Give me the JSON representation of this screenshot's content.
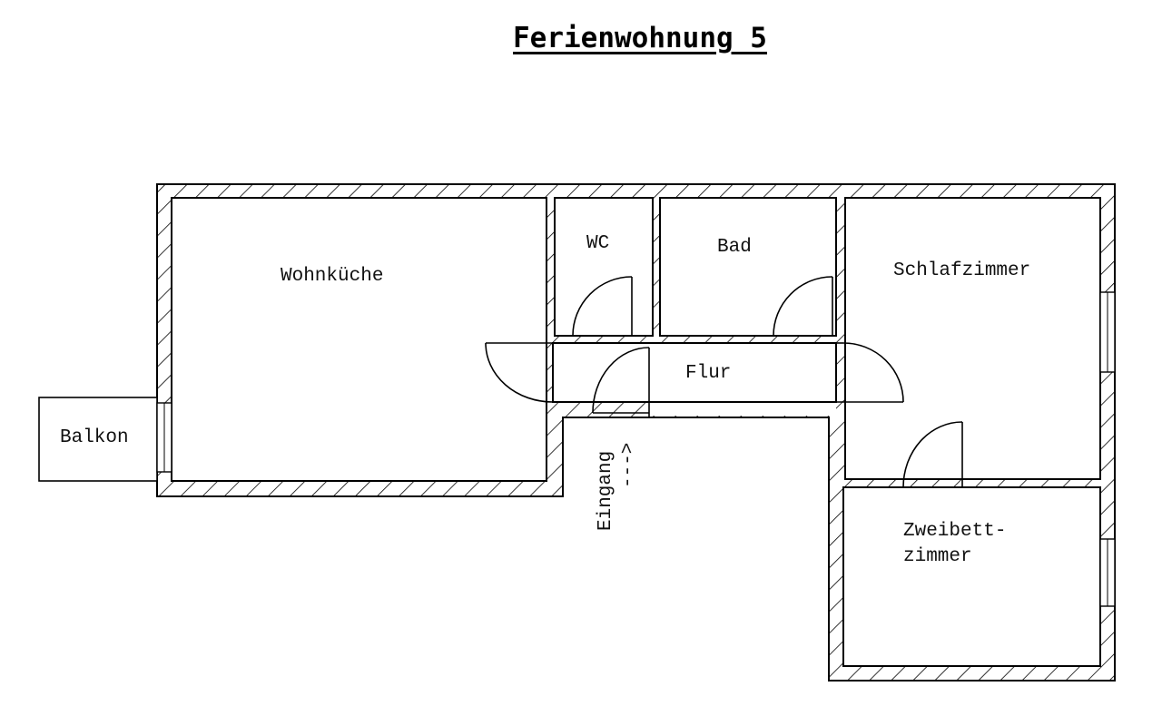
{
  "title": "Ferienwohnung 5",
  "rooms": {
    "wohnkueche": "Wohnküche",
    "wc": "WC",
    "bad": "Bad",
    "schlafzimmer": "Schlafzimmer",
    "flur": "Flur",
    "balkon": "Balkon",
    "zweibett_line1": "Zweibett-",
    "zweibett_line2": "zimmer"
  },
  "entrance": {
    "label": "Eingang",
    "arrow": "--->"
  }
}
